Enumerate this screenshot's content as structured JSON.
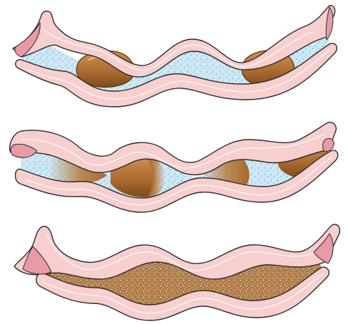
{
  "figure": {
    "description_text": "",
    "panels": [
      {
        "id": "panel-1",
        "stage": "contents-separated"
      },
      {
        "id": "panel-2",
        "stage": "contents-partially-mixed"
      },
      {
        "id": "panel-3",
        "stage": "contents-fully-mixed"
      }
    ],
    "colors": {
      "wall_fill": "#f7cfcf",
      "wall_inner": "#fbe3e3",
      "wall_stroke": "#2b2b2b",
      "fluid": "#cfe8f4",
      "fluid_dots": "#5fb0d8",
      "bolus": "#b8793a",
      "bolus_dark": "#8a5420",
      "bolus_highlight": "#d9a56a",
      "mix_dots": "#e6e6e6",
      "cut_end": "#e89aa6"
    }
  }
}
